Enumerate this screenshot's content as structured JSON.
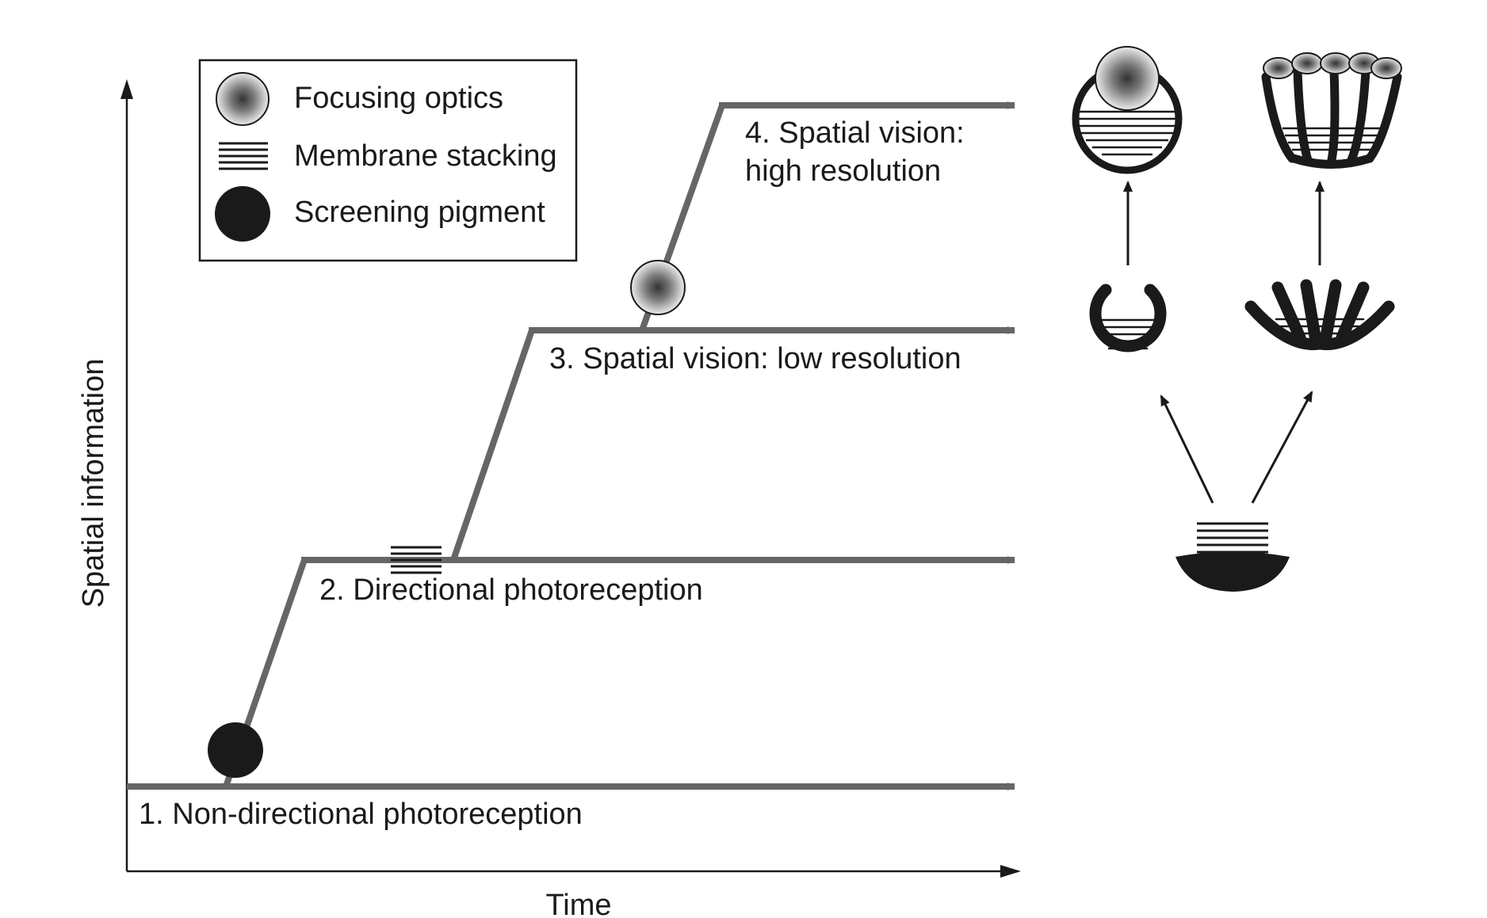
{
  "axes": {
    "y_label": "Spatial information",
    "x_label": "Time"
  },
  "legend": {
    "items": [
      {
        "icon": "focusing-optics-icon",
        "label": "Focusing optics"
      },
      {
        "icon": "membrane-stacking-icon",
        "label": "Membrane stacking"
      },
      {
        "icon": "screening-pigment-icon",
        "label": "Screening pigment"
      }
    ]
  },
  "stages": [
    {
      "label": "1. Non-directional photoreception"
    },
    {
      "label": "2. Directional photoreception"
    },
    {
      "label": "3. Spatial vision: low resolution"
    },
    {
      "label_line1": "4. Spatial vision:",
      "label_line2": "high resolution"
    }
  ],
  "colors": {
    "path": "#666666",
    "ink": "#1a1a1a",
    "background": "#ffffff"
  }
}
